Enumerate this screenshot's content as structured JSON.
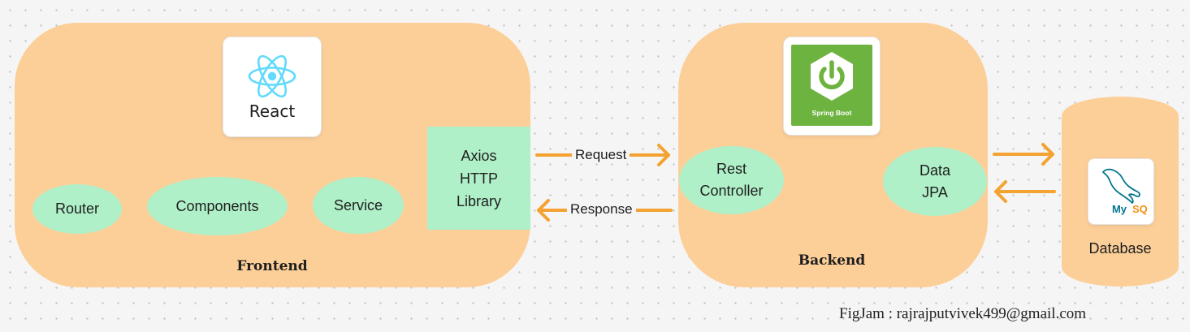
{
  "colors": {
    "section_fill": "#fccf98",
    "component_fill": "#b0f0c8",
    "arrow": "#f4a231",
    "react_blue": "#61dafb",
    "spring_green": "#6db33f",
    "mysql_blue": "#00758f",
    "mysql_orange": "#f29111",
    "database_fill": "#fccf98"
  },
  "frontend": {
    "label": "Frontend",
    "logo": {
      "icon": "react-logo-icon",
      "text": "React"
    },
    "nodes": {
      "router": "Router",
      "components": "Components",
      "service": "Service",
      "axios": "Axios\nHTTP\nLibrary"
    }
  },
  "backend": {
    "label": "Backend",
    "logo": {
      "icon": "spring-boot-logo-icon",
      "text": "Spring Boot"
    },
    "nodes": {
      "rest_controller": "Rest\nController",
      "data_jpa": "Data\nJPA"
    }
  },
  "database": {
    "label": "Database",
    "logo": {
      "icon": "mysql-logo-icon",
      "text": "MySQL"
    }
  },
  "arrows": {
    "request": "Request",
    "response": "Response"
  },
  "footer": "FigJam : rajrajputvivek499@gmail.com"
}
